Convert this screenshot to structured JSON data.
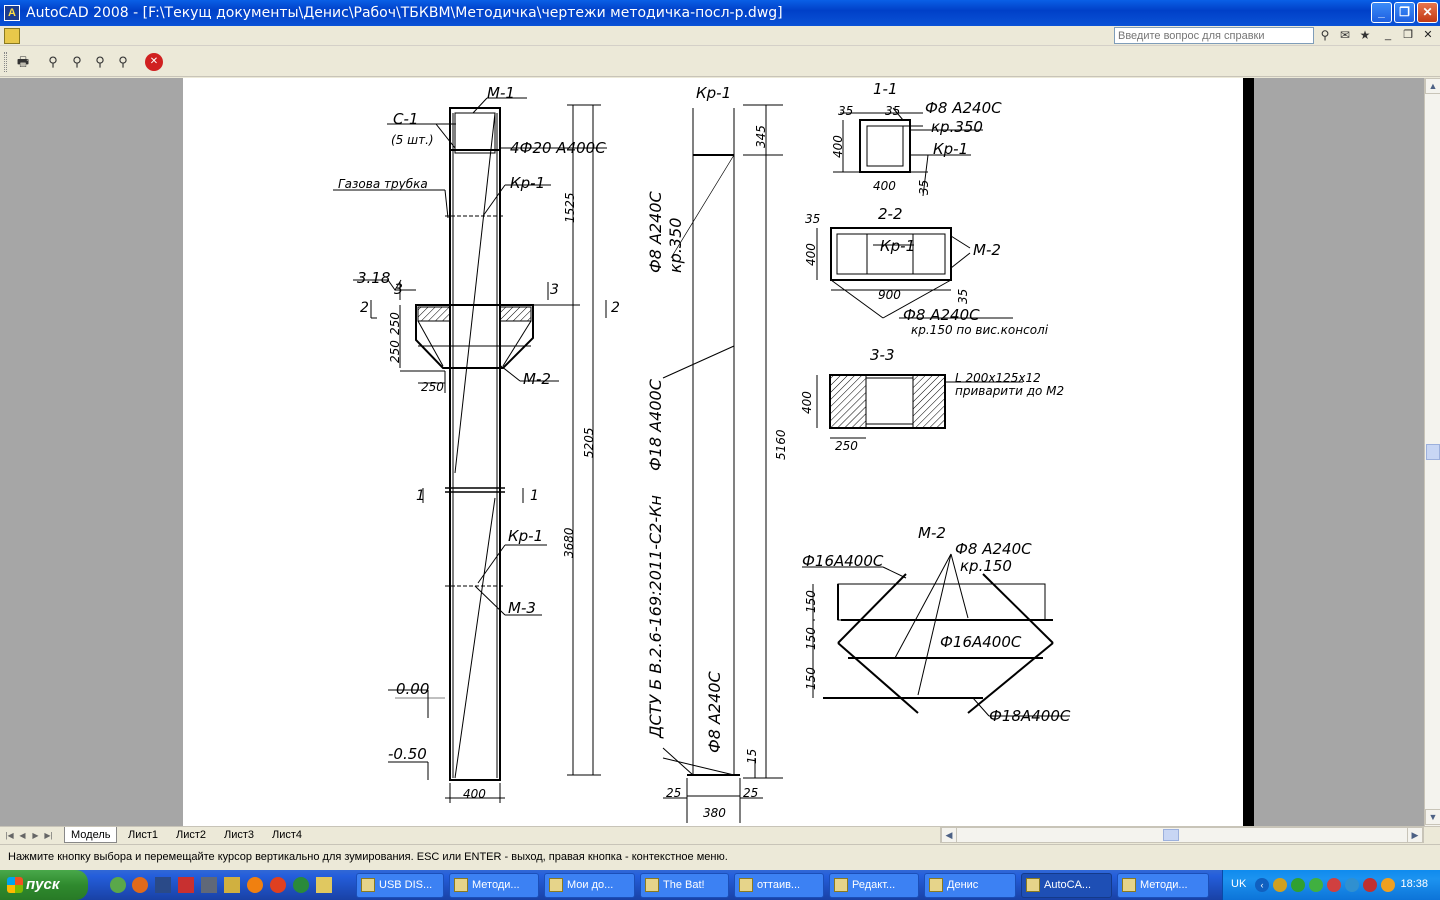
{
  "window": {
    "title": "AutoCAD 2008 - [F:\\Текущ документы\\Денис\\Рабоч\\ТБКВМ\\Методичка\\чертежи методичка-посл-р.dwg]",
    "app_icon": "A",
    "minimize": "_",
    "maximize": "❐",
    "close": "✕"
  },
  "menubar": {
    "help_placeholder": "Введите вопрос для справки",
    "mdi_minimize": "_",
    "mdi_restore": "❐",
    "mdi_close": "✕"
  },
  "toolbar": {
    "icons": [
      "plot-icon",
      "zoom-realtime-icon",
      "zoom-window-icon",
      "zoom-previous-icon",
      "zoom-extents-icon",
      "close-preview-icon"
    ]
  },
  "drawing": {
    "m1": {
      "title": "М-1",
      "c1": "С-1",
      "c1_count": "(5 шт.)",
      "bar1": "4Ф20 А400С",
      "gas_pipe": "Газова трубка",
      "kr1_top": "Кр-1",
      "kr1_bottom": "Кр-1",
      "m2": "М-2",
      "m3": "М-3",
      "lvl_318": "3.18",
      "lvl_000": "0.00",
      "lvl_050": "-0.50",
      "sec3_left": "3",
      "sec3_right": "3",
      "sec2_left": "2",
      "sec2_right": "2",
      "sec1_left": "1",
      "sec1_right": "1",
      "dim_250a": "250",
      "dim_250b": "250",
      "dim_250c": "250",
      "dim_1525": "1525",
      "dim_5205": "5205",
      "dim_3680": "3680",
      "dim_400": "400"
    },
    "kr1": {
      "title": "Кр-1",
      "bar_a": "Ф8 А240С",
      "bar_a_step": "кр.350",
      "bar_b": "Ф18 А400С",
      "standard": "ДСТУ Б В.2.6-169:2011-С2-Кн",
      "bar_c": "Ф8 А240С",
      "dim_345": "345",
      "dim_5160": "5160",
      "dim_15": "15",
      "dim_25a": "25",
      "dim_25b": "25",
      "dim_380": "380"
    },
    "s11": {
      "title": "1-1",
      "d35a": "35",
      "d35b": "35",
      "d35c": "35",
      "bar": "Ф8 А240С",
      "step": "кр.350",
      "kr": "Кр-1",
      "d400v": "400",
      "d400h": "400"
    },
    "s22": {
      "title": "2-2",
      "d35a": "35",
      "d35b": "35",
      "kr": "Кр-1",
      "m2": "М-2",
      "d400": "400",
      "d900": "900",
      "bar": "Ф8 А240С",
      "step": "кр.150 по вис.консолі"
    },
    "s33": {
      "title": "3-3",
      "angle": "L 200х125х12",
      "weld": "приварити до М2",
      "d400": "400",
      "d250": "250"
    },
    "m2": {
      "title": "М-2",
      "bar_top": "Ф16А400С",
      "bar_stir": "Ф8 А240С",
      "step": "кр.150",
      "bar_mid": "Ф16А400С",
      "bar_bot": "Ф18А400С",
      "d150a": "150",
      "d150b": "150",
      "d150c": "150"
    }
  },
  "tabs": [
    "Модель",
    "Лист1",
    "Лист2",
    "Лист3",
    "Лист4"
  ],
  "command_line": "Нажмите кнопку выбора и перемещайте курсор вертикально для зумирования. ESC или ENTER - выход, правая кнопка - контекстное меню.",
  "taskbar": {
    "start": "пуск",
    "tasks": [
      "USB DIS...",
      "Методи...",
      "Мои до...",
      "The Bat!",
      "оттаив...",
      "Редакт...",
      "Денис",
      "AutoCA...",
      "Методи..."
    ],
    "lang": "UK",
    "clock": "18:38"
  }
}
